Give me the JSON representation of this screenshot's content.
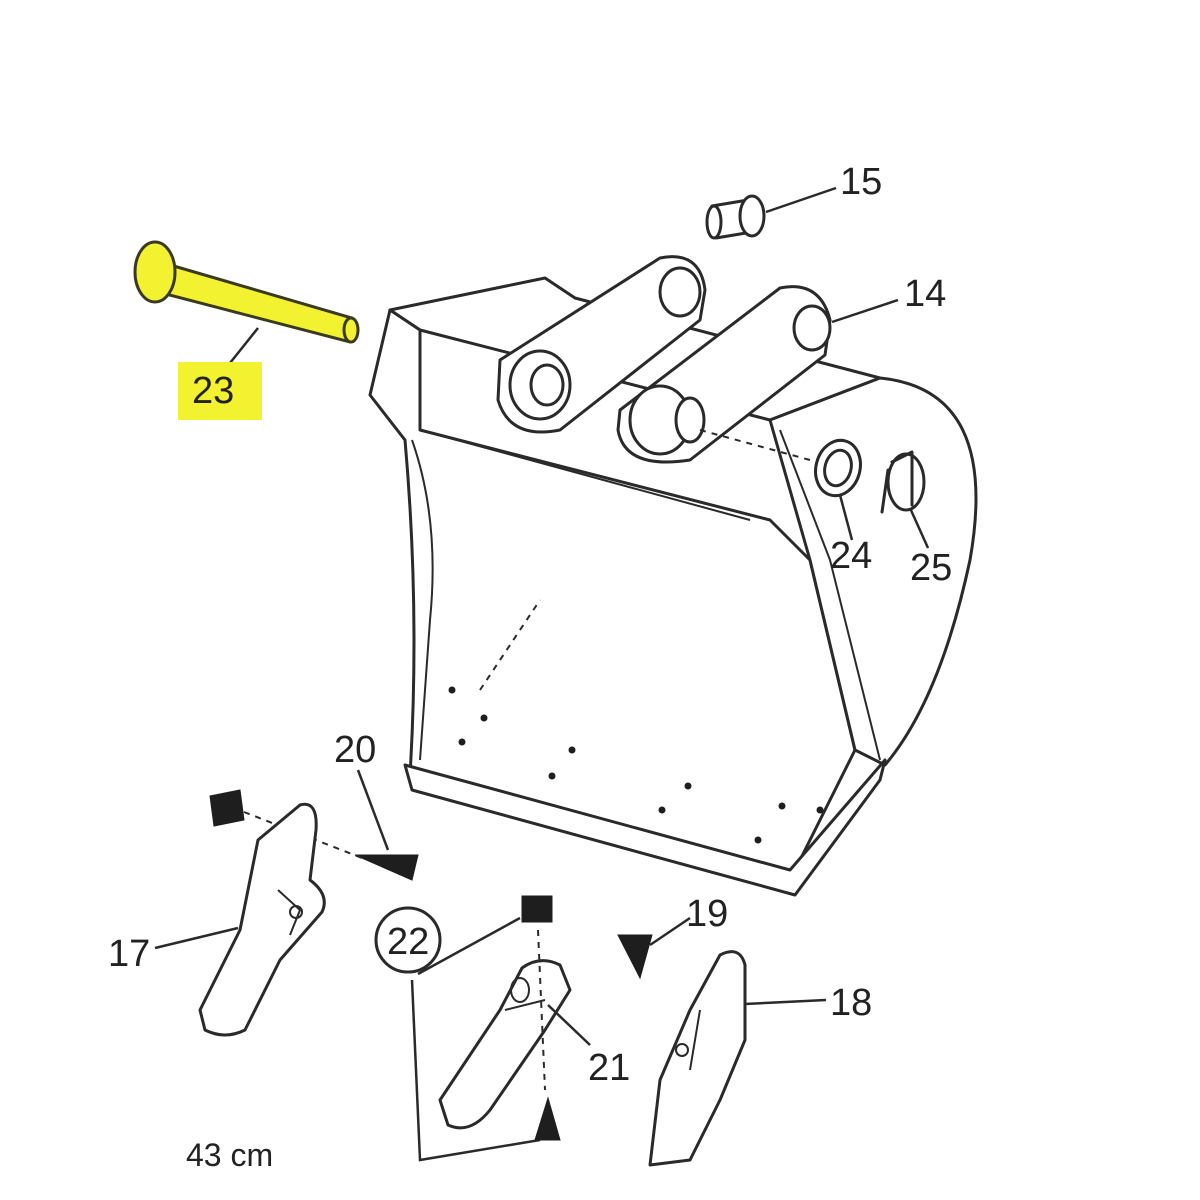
{
  "diagram": {
    "highlight_color": "#f2f230",
    "highlighted_part": "23",
    "callouts": {
      "c14": "14",
      "c15": "15",
      "c17": "17",
      "c18": "18",
      "c19": "19",
      "c20": "20",
      "c21": "21",
      "c22": "22",
      "c23": "23",
      "c24": "24",
      "c25": "25"
    },
    "width_label": "43 cm"
  }
}
